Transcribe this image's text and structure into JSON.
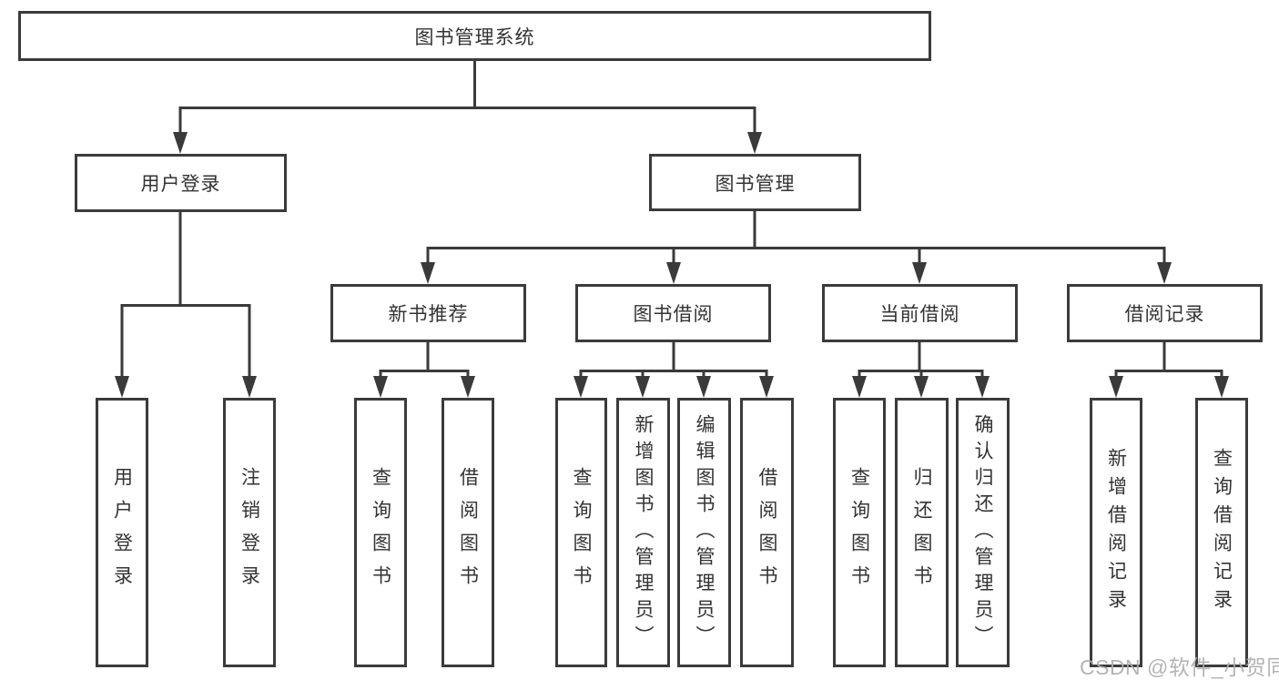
{
  "diagram": {
    "watermark": "CSDN @软件_小贺同学",
    "colors": {
      "line": "#3a3a3a",
      "border": "#3b3b3b",
      "text": "#333333",
      "watermark": "#acacac",
      "background": "#ffffff"
    },
    "nodes": {
      "root": {
        "label": "图书管理系统"
      },
      "user_login": {
        "label": "用户登录"
      },
      "book_mgmt": {
        "label": "图书管理"
      },
      "new_book_rec": {
        "label": "新书推荐"
      },
      "book_borrow": {
        "label": "图书借阅"
      },
      "current_borrow": {
        "label": "当前借阅"
      },
      "borrow_records": {
        "label": "借阅记录"
      },
      "leaf_user_login": {
        "label": "用户登录"
      },
      "leaf_logout": {
        "label": "注销登录"
      },
      "leaf_rec_query": {
        "label": "查询图书"
      },
      "leaf_rec_borrow": {
        "label": "借阅图书"
      },
      "leaf_bb_query": {
        "label": "查询图书"
      },
      "leaf_bb_add": {
        "label": "新增图书（管理员）"
      },
      "leaf_bb_edit": {
        "label": "编辑图书（管理员）"
      },
      "leaf_bb_borrow": {
        "label": "借阅图书"
      },
      "leaf_cb_query": {
        "label": "查询图书"
      },
      "leaf_cb_return": {
        "label": "归还图书"
      },
      "leaf_cb_confirm": {
        "label": "确认归还（管理员）"
      },
      "leaf_br_add": {
        "label": "新增借阅记录"
      },
      "leaf_br_query": {
        "label": "查询借阅记录"
      }
    },
    "hierarchy": {
      "图书管理系统": {
        "用户登录": [
          "用户登录",
          "注销登录"
        ],
        "图书管理": {
          "新书推荐": [
            "查询图书",
            "借阅图书"
          ],
          "图书借阅": [
            "查询图书",
            "新增图书（管理员）",
            "编辑图书（管理员）",
            "借阅图书"
          ],
          "当前借阅": [
            "查询图书",
            "归还图书",
            "确认归还（管理员）"
          ],
          "借阅记录": [
            "新增借阅记录",
            "查询借阅记录"
          ]
        }
      }
    }
  }
}
